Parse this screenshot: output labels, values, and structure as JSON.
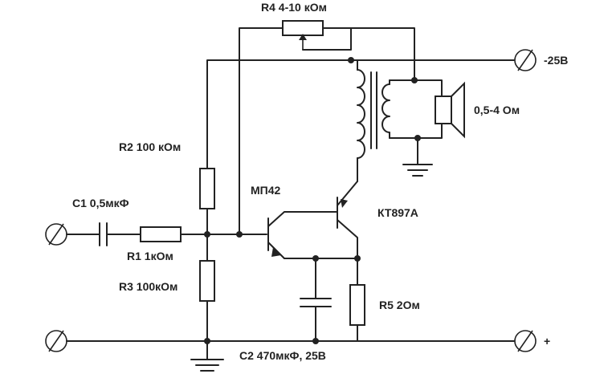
{
  "labels": {
    "r4": "R4 4-10 кОм",
    "supply_neg": "-25В",
    "speaker": "0,5-4 Ом",
    "r2": "R2 100 кОм",
    "t1": "МП42",
    "t2": "КТ897А",
    "c1": "С1 0,5мкФ",
    "r1": "R1 1кОм",
    "r3": "R3 100кОм",
    "r5": "R5 2Ом",
    "c2": "С2 470мкФ, 25В",
    "supply_pos": "+"
  }
}
